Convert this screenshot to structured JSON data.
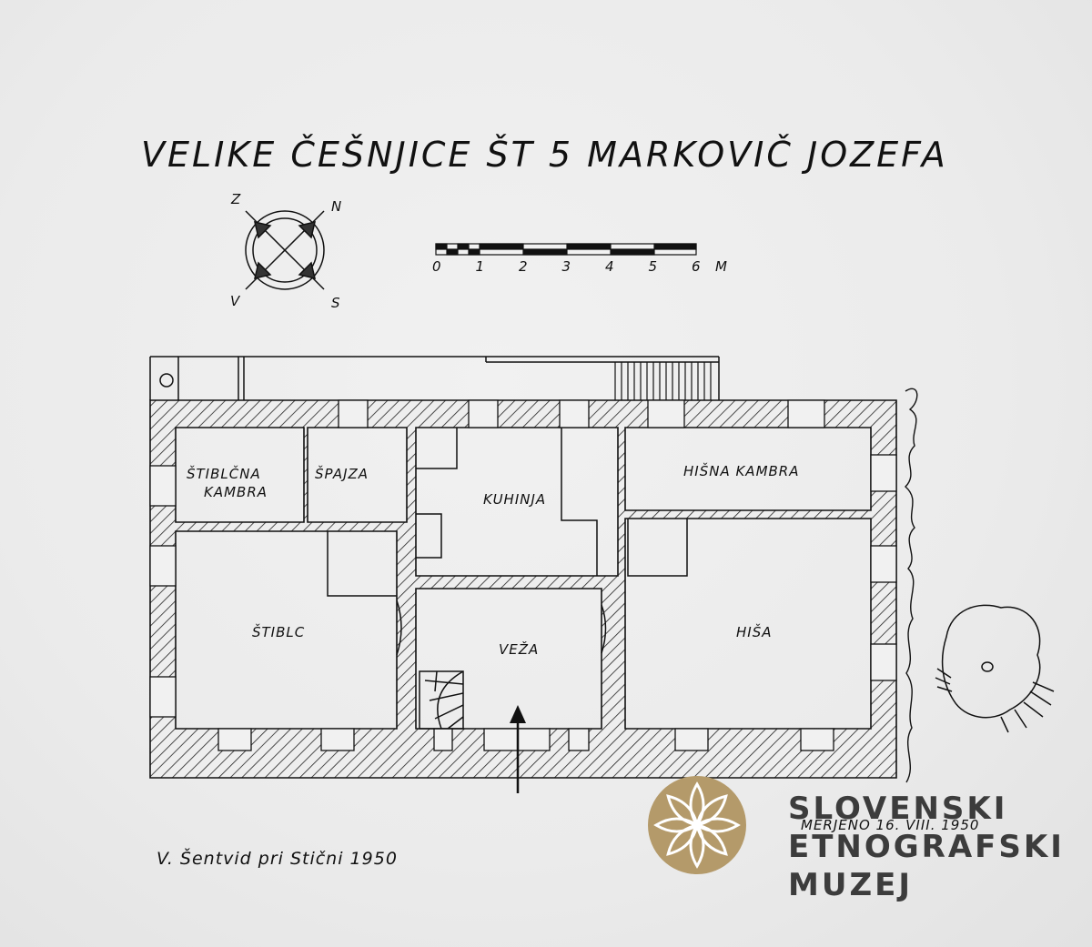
{
  "title": "VELIKE ČEŠNJICE ŠT 5   MARKOVIČ JOZEFA",
  "compass": {
    "n": "N",
    "s": "S",
    "v": "V",
    "z": "Z"
  },
  "scale": {
    "ticks": [
      "0",
      "1",
      "2",
      "3",
      "4",
      "5",
      "6"
    ],
    "unit": "M"
  },
  "rooms": {
    "stiblcna_kambra_1": "ŠTIBLČNA",
    "stiblcna_kambra_2": "KAMBRA",
    "spajza": "ŠPAJZA",
    "kuhinja": "KUHINJA",
    "hisna_kambra": "HIŠNA KAMBRA",
    "stiblc": "ŠTIBLC",
    "veza": "VEŽA",
    "hisa": "HIŠA"
  },
  "notes": {
    "place_year": "V. Šentvid pri Stični 1950",
    "measured": "MERJENO 16. VIII. 1950"
  },
  "logo": {
    "line1": "SLOVENSKI",
    "line2": "ETNOGRAFSKI",
    "line3": "MUZEJ",
    "circle_color": "#b49a6a"
  }
}
